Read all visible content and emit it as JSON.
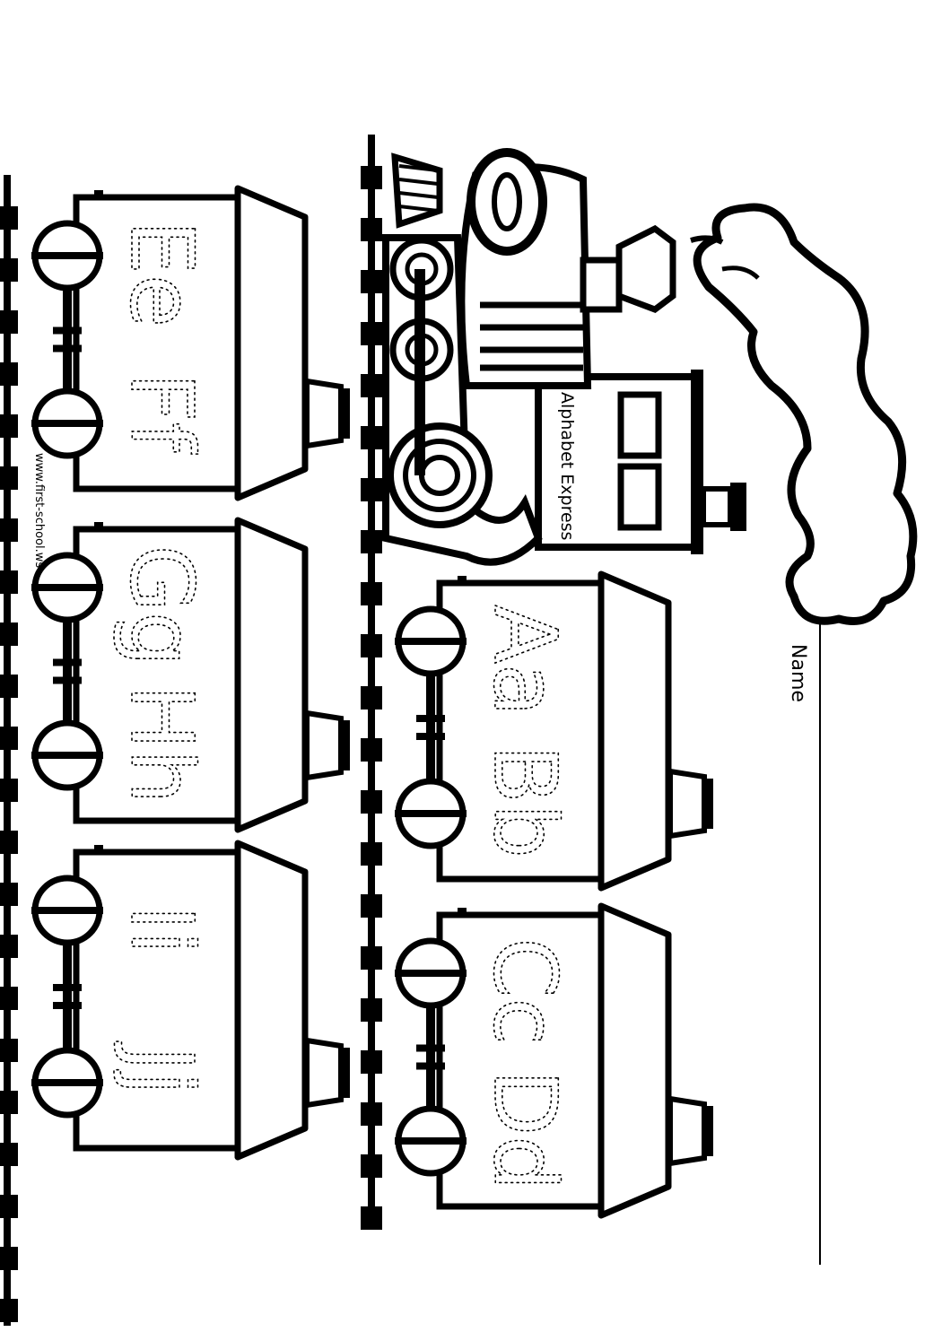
{
  "worksheet": {
    "name_label": "Name",
    "engine_label": "Alphabet Express",
    "website": "www.first-school.ws",
    "cars": [
      {
        "id": "car-a-b",
        "letters": [
          "Aa",
          "Bb"
        ]
      },
      {
        "id": "car-c-d",
        "letters": [
          "Cc",
          "Dd"
        ]
      },
      {
        "id": "car-e-f",
        "letters": [
          "Ee",
          "Ff"
        ]
      },
      {
        "id": "car-g-h",
        "letters": [
          "Gg",
          "Hh"
        ]
      },
      {
        "id": "car-i-j",
        "letters": [
          "Ii",
          "Jj"
        ]
      }
    ]
  },
  "colors": {
    "ink": "#000000",
    "paper": "#ffffff"
  },
  "icons": [
    "train-engine-icon",
    "smoke-cloud-icon",
    "train-car-icon",
    "wheel-icon",
    "rail-track-icon"
  ]
}
